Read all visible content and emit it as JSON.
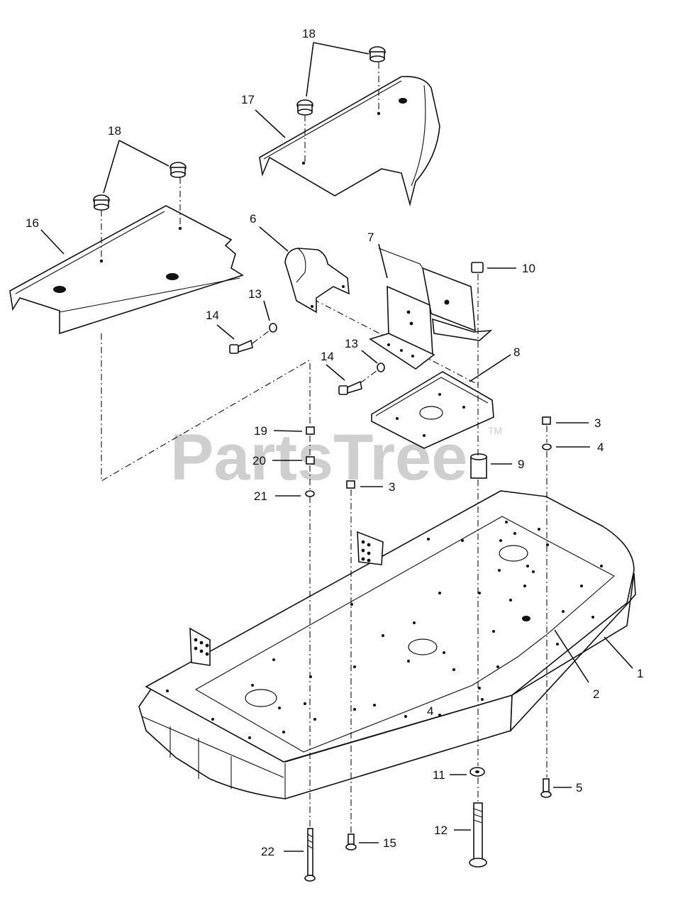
{
  "watermark": {
    "text": "PartsTree",
    "trademark": "TM"
  },
  "callouts": [
    {
      "id": "c1",
      "label": "1"
    },
    {
      "id": "c2",
      "label": "2"
    },
    {
      "id": "c3a",
      "label": "3"
    },
    {
      "id": "c3b",
      "label": "3"
    },
    {
      "id": "c4a",
      "label": "4"
    },
    {
      "id": "c4b",
      "label": "4"
    },
    {
      "id": "c5",
      "label": "5"
    },
    {
      "id": "c6",
      "label": "6"
    },
    {
      "id": "c7",
      "label": "7"
    },
    {
      "id": "c8",
      "label": "8"
    },
    {
      "id": "c9",
      "label": "9"
    },
    {
      "id": "c10",
      "label": "10"
    },
    {
      "id": "c11",
      "label": "11"
    },
    {
      "id": "c12",
      "label": "12"
    },
    {
      "id": "c13a",
      "label": "13"
    },
    {
      "id": "c13b",
      "label": "13"
    },
    {
      "id": "c14a",
      "label": "14"
    },
    {
      "id": "c14b",
      "label": "14"
    },
    {
      "id": "c15",
      "label": "15"
    },
    {
      "id": "c16",
      "label": "16"
    },
    {
      "id": "c17",
      "label": "17"
    },
    {
      "id": "c18a",
      "label": "18"
    },
    {
      "id": "c18b",
      "label": "18"
    },
    {
      "id": "c19",
      "label": "19"
    },
    {
      "id": "c20",
      "label": "20"
    },
    {
      "id": "c21",
      "label": "21"
    },
    {
      "id": "c22",
      "label": "22"
    }
  ]
}
